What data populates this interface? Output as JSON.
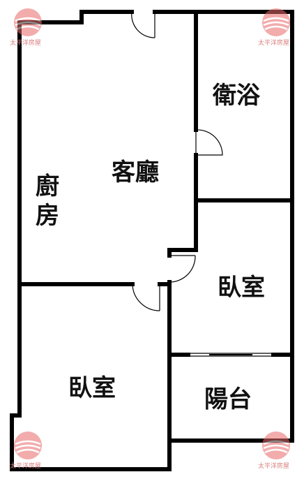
{
  "rooms": {
    "bathroom": "衛浴",
    "living_room": "客廳",
    "kitchen_line1": "廚",
    "kitchen_line2": "房",
    "bedroom_right": "臥室",
    "bedroom_left": "臥室",
    "balcony": "陽台"
  },
  "watermark": {
    "brand": "太平洋房屋",
    "color": "#e03a3a"
  }
}
